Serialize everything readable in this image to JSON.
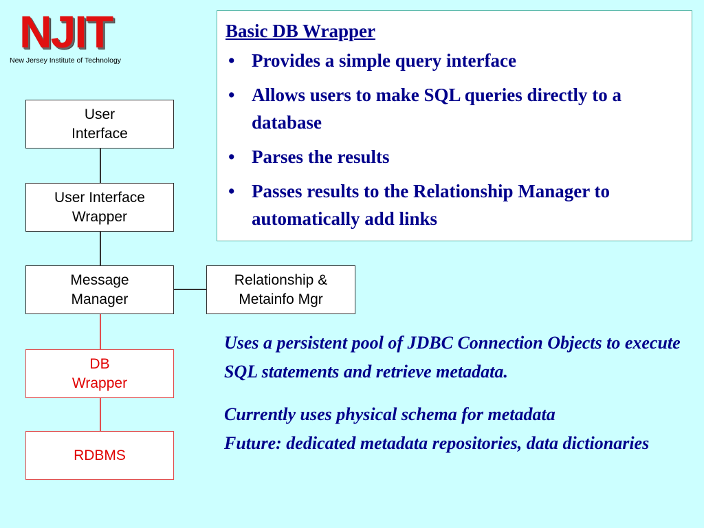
{
  "logo": {
    "name": "NJIT",
    "subtitle": "New Jersey Institute of Technology"
  },
  "diagram": {
    "nodes": {
      "user_interface": "User\nInterface",
      "ui_wrapper": "User Interface\nWrapper",
      "message_manager": "Message\nManager",
      "relationship_mgr": "Relationship &\nMetainfo Mgr",
      "db_wrapper": "DB\nWrapper",
      "rdbms": "RDBMS"
    },
    "highlight_color": "#e00000"
  },
  "info_box": {
    "title": "Basic DB Wrapper",
    "bullets": [
      "Provides a simple query interface",
      "Allows users to make SQL queries directly to a database",
      "Parses the results",
      "Passes results to the Relationship Manager to automatically add links"
    ]
  },
  "notes": {
    "paragraph1": "Uses a persistent pool of JDBC Connection Objects to execute SQL statements and retrieve metadata.",
    "paragraph2_line1": "Currently uses physical schema for metadata",
    "paragraph2_line2": "Future: dedicated metadata repositories, data dictionaries"
  }
}
